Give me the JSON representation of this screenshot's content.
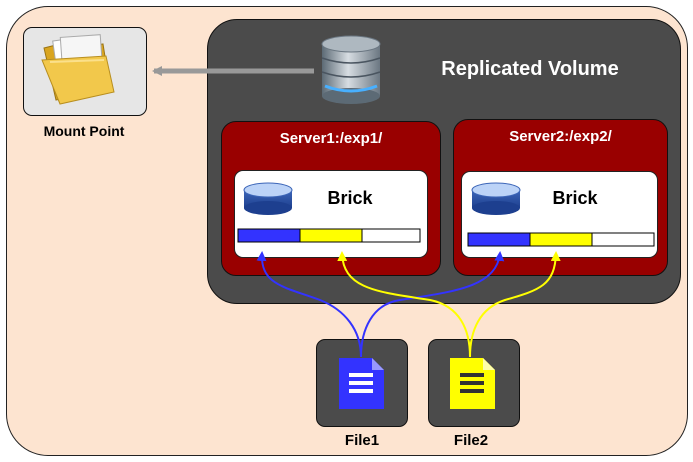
{
  "mount_point": {
    "label": "Mount Point",
    "icon": "folder-icon"
  },
  "volume": {
    "title": "Replicated Volume",
    "icon": "database-icon"
  },
  "servers": [
    {
      "title": "Server1:/exp1/",
      "brick_label": "Brick"
    },
    {
      "title": "Server2:/exp2/",
      "brick_label": "Brick"
    }
  ],
  "files": [
    {
      "label": "File1",
      "color": "#3333ff",
      "icon": "document-icon"
    },
    {
      "label": "File2",
      "color": "#ffff00",
      "icon": "document-icon"
    }
  ],
  "colors": {
    "background": "#fde4d0",
    "volume": "#4b4b4b",
    "server": "#990000",
    "file1": "#3333ff",
    "file2": "#ffff00"
  }
}
